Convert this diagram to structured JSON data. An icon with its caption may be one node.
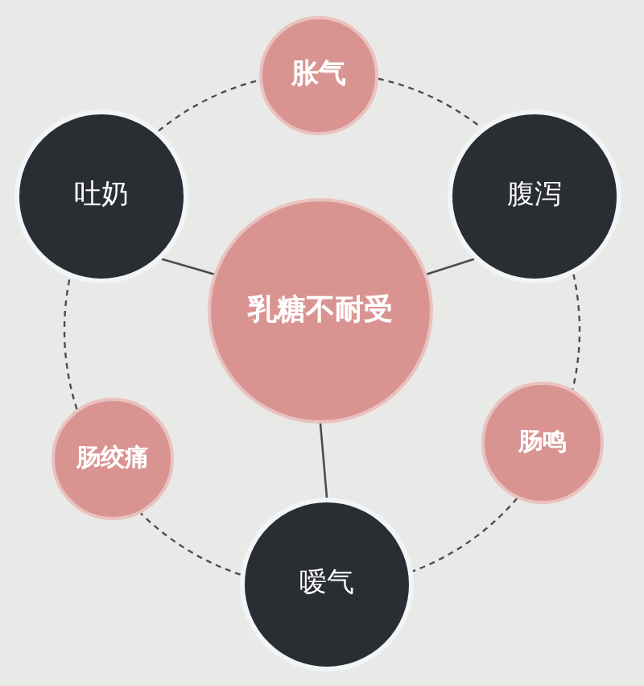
{
  "diagram": {
    "nodes": [
      {
        "text": [
          "胀气"
        ]
      },
      {
        "text": [
          "吐奶"
        ]
      },
      {
        "text": [
          "腹泻"
        ]
      },
      {
        "text": [
          "乳糖不耐受"
        ]
      },
      {
        "text": [
          "肠绞痛"
        ]
      },
      {
        "text": [
          "肠鸣"
        ]
      },
      {
        "text": [
          "嗳气"
        ]
      }
    ],
    "edges": [
      {
        "from": 1,
        "to": 0,
        "arrow": "none",
        "style": "dashed"
      },
      {
        "from": 0,
        "to": 2,
        "arrow": "none",
        "style": "dashed"
      },
      {
        "from": 2,
        "to": 5,
        "arrow": "none",
        "style": "dashed"
      },
      {
        "from": 5,
        "to": 6,
        "arrow": "none",
        "style": "dashed"
      },
      {
        "from": 6,
        "to": 4,
        "arrow": "none",
        "style": "dashed"
      },
      {
        "from": 4,
        "to": 1,
        "arrow": "none",
        "style": "dashed"
      },
      {
        "from": 3,
        "to": 1,
        "arrow": "none"
      },
      {
        "from": 3,
        "to": 2,
        "arrow": "none"
      },
      {
        "from": 3,
        "to": 6,
        "arrow": "none"
      }
    ]
  }
}
